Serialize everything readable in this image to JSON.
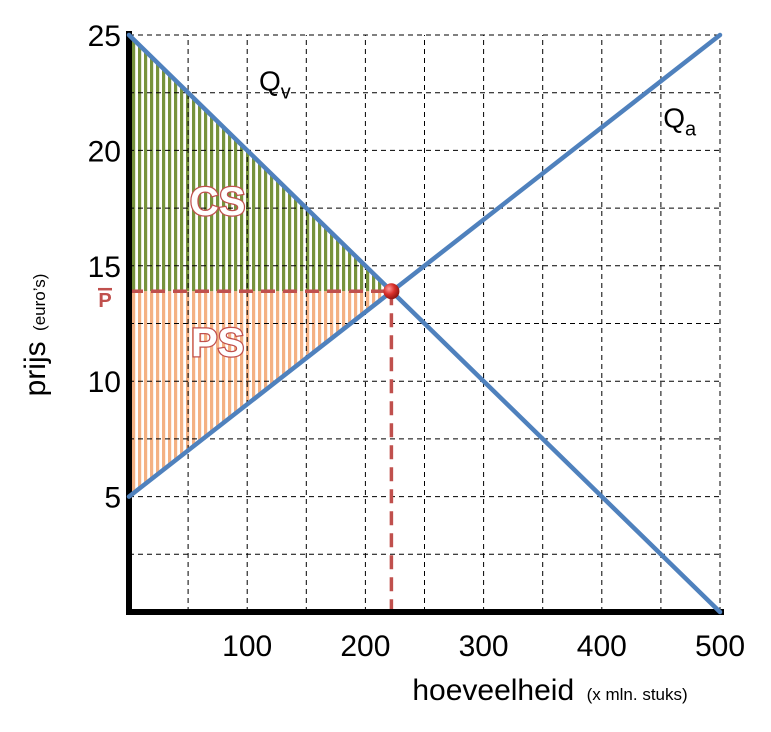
{
  "chart_data": {
    "type": "line",
    "xlabel": "hoeveelheid",
    "xlabel_unit": "(x mln. stuks)",
    "ylabel": "prijs",
    "ylabel_unit": "(euro’s)",
    "xlim": [
      0,
      500
    ],
    "ylim": [
      0,
      25
    ],
    "x_ticks": [
      100,
      200,
      300,
      400,
      500
    ],
    "y_ticks": [
      5,
      10,
      15,
      20,
      25
    ],
    "x_tick_labels": [
      "100",
      "200",
      "300",
      "400",
      "500"
    ],
    "y_tick_labels": [
      "5",
      "10",
      "15",
      "20",
      "25"
    ],
    "grid": true,
    "grid_x_step": 50,
    "grid_y_step": 2.5,
    "series": [
      {
        "name": "Qv",
        "label_main": "Q",
        "label_sub": "v",
        "color": "#4f81bd",
        "points": [
          [
            0,
            25
          ],
          [
            500,
            0
          ]
        ]
      },
      {
        "name": "Qa",
        "label_main": "Q",
        "label_sub": "a",
        "color": "#4f81bd",
        "points": [
          [
            0,
            5
          ],
          [
            500,
            25
          ]
        ]
      }
    ],
    "equilibrium": {
      "x": 222,
      "y": 13.9,
      "color": "#c0504d",
      "price_label": "P"
    },
    "areas": [
      {
        "name": "CS",
        "label": "CS",
        "color": "#77933c",
        "polygon": [
          [
            0,
            25
          ],
          [
            0,
            13.9
          ],
          [
            222,
            13.9
          ]
        ]
      },
      {
        "name": "PS",
        "label": "PS",
        "color": "#f4b183",
        "polygon": [
          [
            0,
            13.9
          ],
          [
            0,
            5
          ],
          [
            222,
            13.9
          ]
        ]
      }
    ],
    "colors": {
      "axis": "#000000",
      "grid": "#000000",
      "dash": "#c0504d"
    }
  }
}
